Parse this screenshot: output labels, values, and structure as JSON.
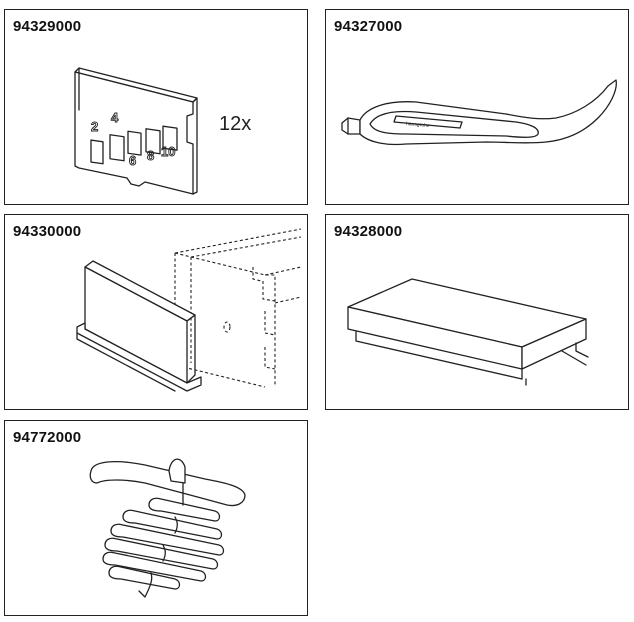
{
  "panels": [
    {
      "code": "94329000",
      "quantity": "12x",
      "gauge_numbers": [
        "2",
        "4",
        "6",
        "8",
        "10"
      ]
    },
    {
      "code": "94327000",
      "tool_label": "hansgrohe"
    },
    {
      "code": "94330000"
    },
    {
      "code": "94328000"
    },
    {
      "code": "94772000"
    }
  ]
}
